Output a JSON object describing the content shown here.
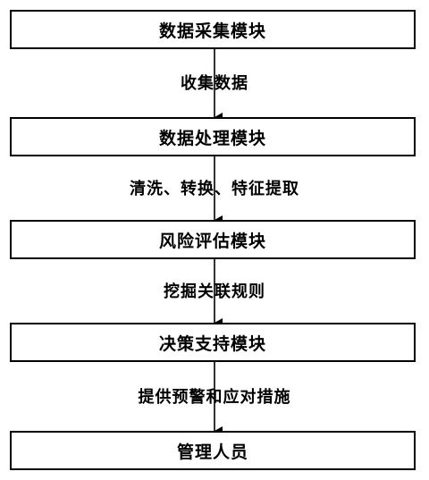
{
  "nodes": [
    {
      "label": "数据采集模块"
    },
    {
      "label": "数据处理模块"
    },
    {
      "label": "风险评估模块"
    },
    {
      "label": "决策支持模块"
    },
    {
      "label": "管理人员"
    }
  ],
  "edges": [
    {
      "label": "收集数据"
    },
    {
      "label": "清洗、转换、特征提取"
    },
    {
      "label": "挖掘关联规则"
    },
    {
      "label": "提供预警和应对措施"
    }
  ]
}
